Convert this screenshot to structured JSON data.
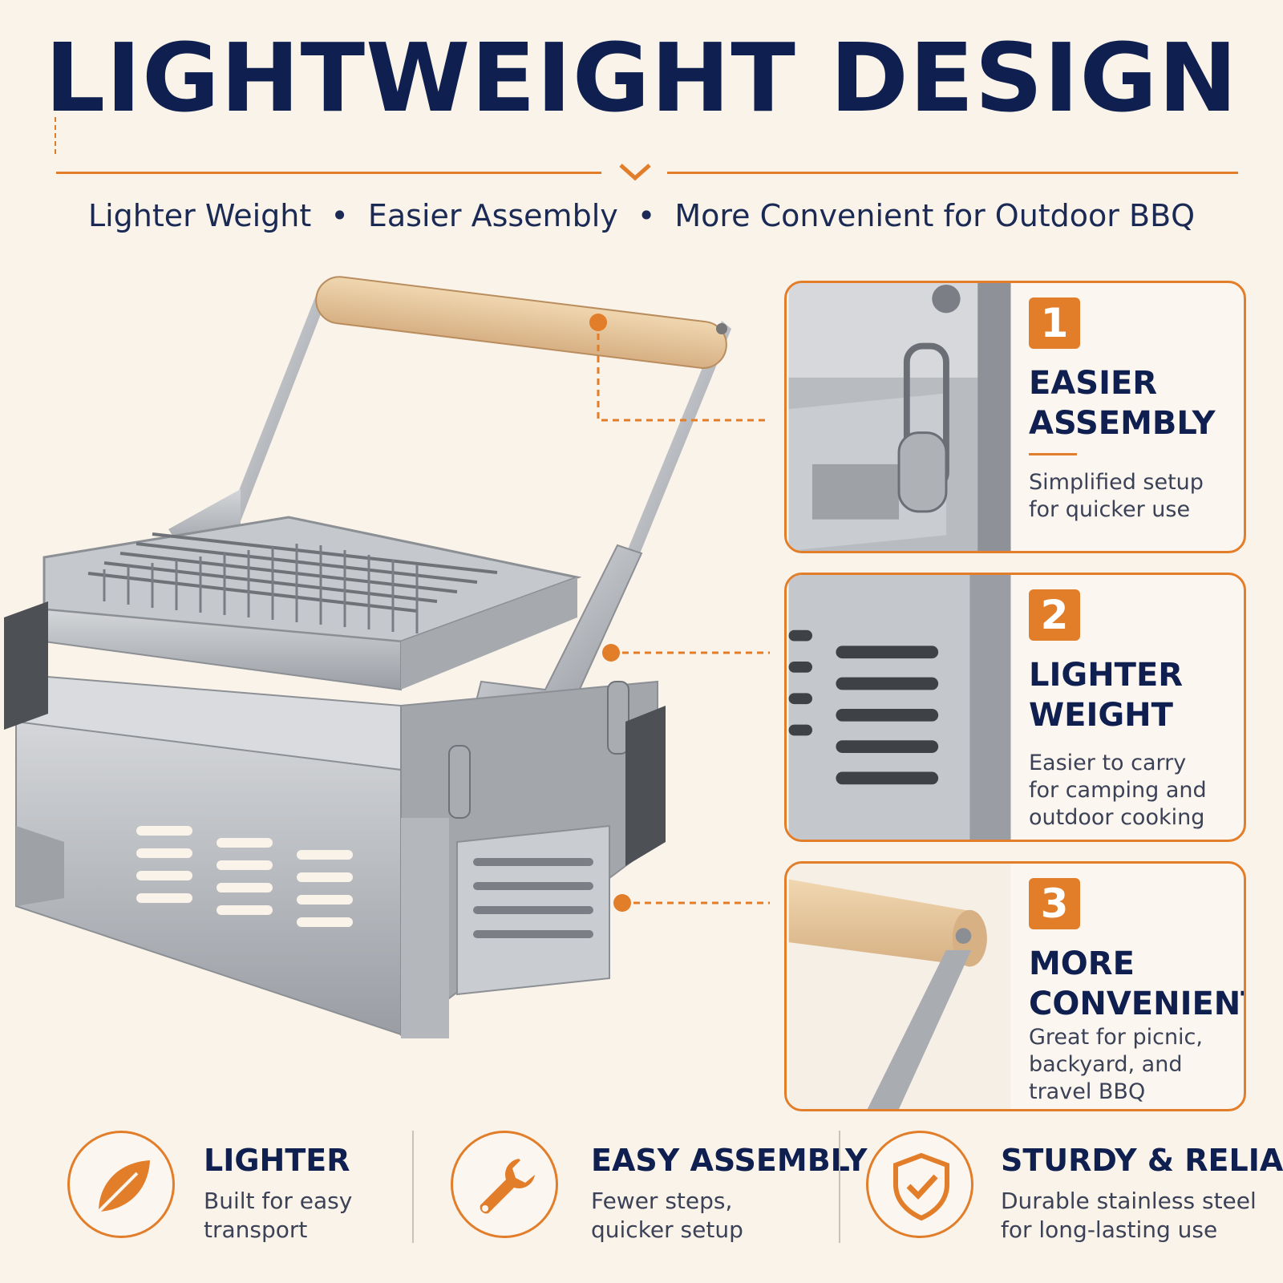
{
  "header": {
    "title": "LIGHTWEIGHT DESIGN",
    "subtitle": [
      "Lighter Weight",
      "Easier Assembly",
      "More Convenient for Outdoor BBQ"
    ],
    "separator": "•"
  },
  "cards": [
    {
      "number": "1",
      "title_lines": [
        "EASIER",
        "ASSEMBLY"
      ],
      "desc_lines": [
        "Simplified setup",
        "for quicker use"
      ]
    },
    {
      "number": "2",
      "title_lines": [
        "LIGHTER",
        "WEIGHT"
      ],
      "desc_lines": [
        "Easier to carry",
        "for camping and",
        "outdoor cooking"
      ]
    },
    {
      "number": "3",
      "title_lines": [
        "MORE",
        "CONVENIENT"
      ],
      "desc_lines": [
        "Great for picnic,",
        "backyard, and",
        "travel BBQ"
      ]
    }
  ],
  "features": [
    {
      "icon": "leaf-icon",
      "title": "LIGHTER",
      "desc_lines": [
        "Built for easy",
        "transport"
      ]
    },
    {
      "icon": "wrench-icon",
      "title": "EASY ASSEMBLY",
      "desc_lines": [
        "Fewer steps,",
        "quicker setup"
      ]
    },
    {
      "icon": "shield-check-icon",
      "title": "STURDY & RELIABLE",
      "desc_lines": [
        "Durable stainless steel",
        "for long-lasting use"
      ]
    }
  ],
  "colors": {
    "accent": "#e27d2a",
    "navy": "#0f1f4f",
    "background": "#faf3ea"
  }
}
